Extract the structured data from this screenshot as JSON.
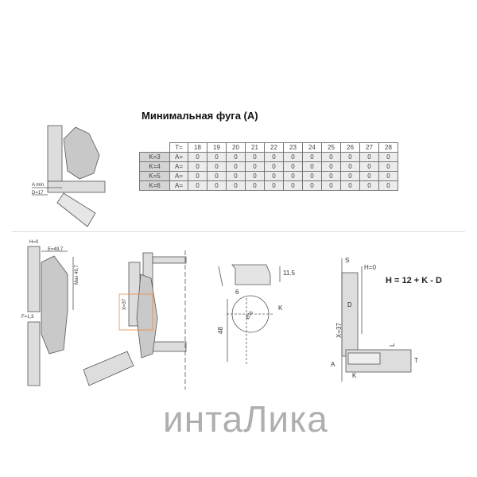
{
  "table": {
    "title": "Минимальная фуга (A)",
    "t_label": "T=",
    "t_values": [
      "18",
      "19",
      "20",
      "21",
      "22",
      "23",
      "24",
      "25",
      "26",
      "27",
      "28"
    ],
    "rows": [
      {
        "k": "K=3",
        "a": "A=",
        "values": [
          "0",
          "0",
          "0",
          "0",
          "0",
          "0",
          "0",
          "0",
          "0",
          "0",
          "0"
        ]
      },
      {
        "k": "K=4",
        "a": "A=",
        "values": [
          "0",
          "0",
          "0",
          "0",
          "0",
          "0",
          "0",
          "0",
          "0",
          "0",
          "0"
        ]
      },
      {
        "k": "K=5",
        "a": "A=",
        "values": [
          "0",
          "0",
          "0",
          "0",
          "0",
          "0",
          "0",
          "0",
          "0",
          "0",
          "0"
        ]
      },
      {
        "k": "K=6",
        "a": "A=",
        "values": [
          "0",
          "0",
          "0",
          "0",
          "0",
          "0",
          "0",
          "0",
          "0",
          "0",
          "0"
        ]
      }
    ]
  },
  "top_diagram": {
    "a_min": "A min",
    "d": "D=17"
  },
  "side_diagram": {
    "h": "H=0",
    "e": "E=49,7",
    "max": "Max 49,7",
    "f": "F=1,3"
  },
  "open_diagram": {
    "x": "X=37"
  },
  "plate_diagram": {
    "height": "11.5",
    "offset": "6",
    "k": "K",
    "depth": "48",
    "diameter": "Ø35"
  },
  "section_diagram": {
    "s": "S",
    "h": "H=0",
    "d": "D",
    "x": "X=37",
    "l": "L",
    "a": "A",
    "t": "T",
    "k": "K"
  },
  "formula": "H = 12 + K - D",
  "logo": {
    "text": "интаЛика",
    "accent": "#f08a3c"
  }
}
